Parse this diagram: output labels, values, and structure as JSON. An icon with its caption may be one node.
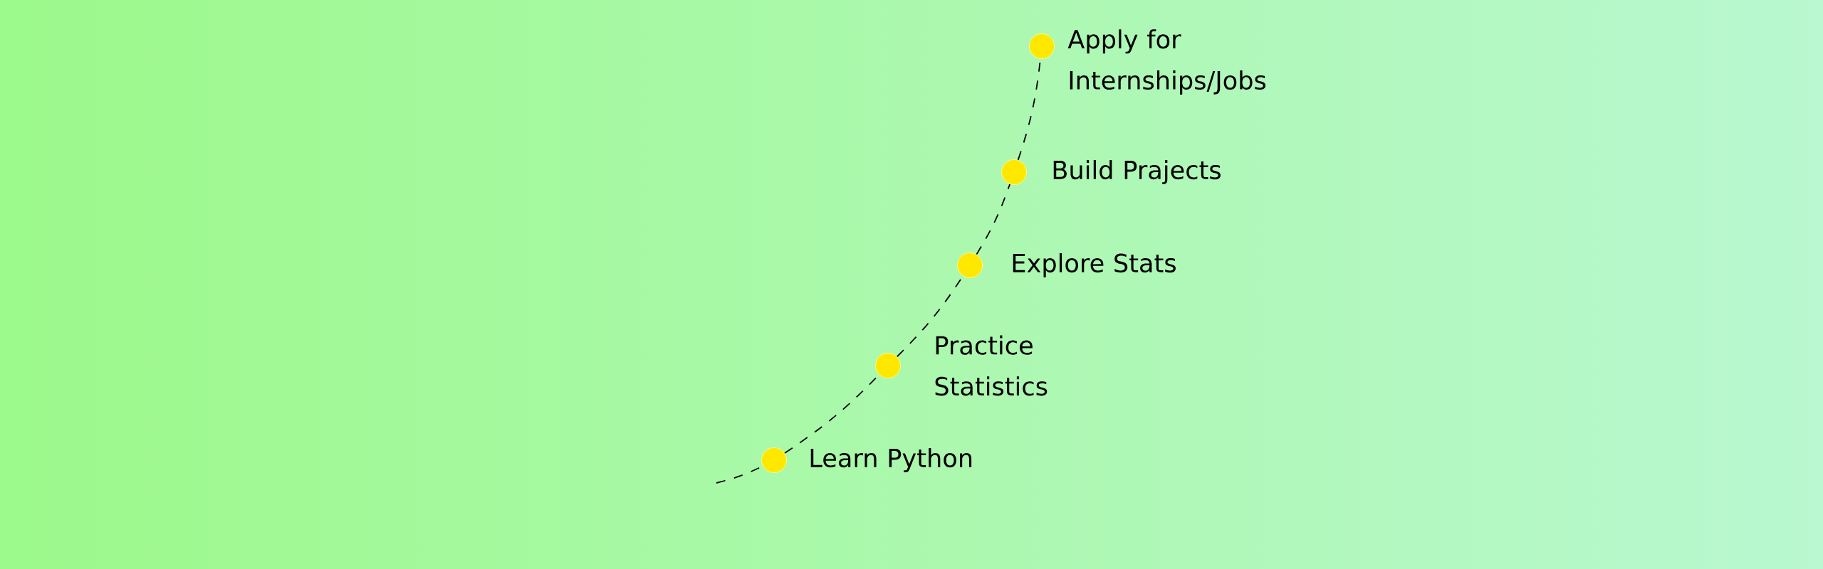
{
  "diagram": {
    "nodes": [
      {
        "text": [],
        "shape": "circle",
        "beside": [
          "Learn Python"
        ]
      },
      {
        "text": [],
        "shape": "circle",
        "beside": [
          "Practice Statistics"
        ]
      },
      {
        "text": [],
        "shape": "circle",
        "beside": [
          "Explore Stats"
        ]
      },
      {
        "text": [],
        "shape": "circle",
        "beside": [
          "Build Prajects"
        ]
      },
      {
        "text": [],
        "shape": "circle",
        "beside": [
          "Apply for Internships/Jobs"
        ]
      }
    ],
    "edges": [
      {
        "from": null,
        "to": 0,
        "arrow": "none",
        "style": "dashed"
      },
      {
        "from": 0,
        "to": 1,
        "arrow": "none",
        "style": "dashed"
      },
      {
        "from": 1,
        "to": 2,
        "arrow": "none",
        "style": "dashed"
      },
      {
        "from": 2,
        "to": 3,
        "arrow": "none",
        "style": "dashed"
      },
      {
        "from": 3,
        "to": 4,
        "arrow": "none",
        "style": "dashed"
      }
    ]
  }
}
